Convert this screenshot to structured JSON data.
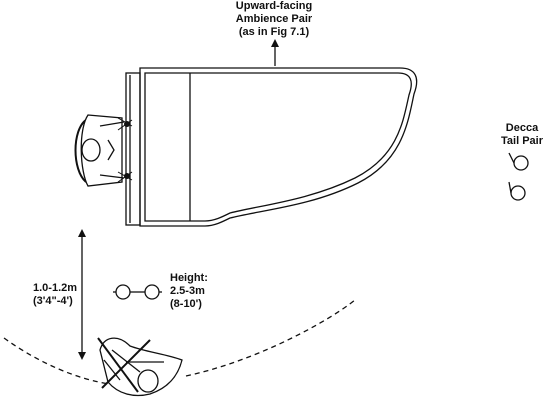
{
  "labels": {
    "ambience": [
      "Upward-facing",
      "Ambience Pair",
      "(as in Fig 7.1)"
    ],
    "decca": [
      "Decca",
      "Tail Pair"
    ],
    "distance": [
      "1.0-1.2m",
      "(3'4\"-4')"
    ],
    "height": [
      "Height:",
      "2.5-3m",
      "(8-10')"
    ]
  },
  "colors": {
    "line": "#111111",
    "fill": "#ffffff"
  },
  "icons": {
    "piano": "grand-piano-top-view",
    "pianist": "seated-pianist-icon",
    "decca_mics": "omni-microphone-icon",
    "spaced_pair": "omni-microphone-icon",
    "conductor": "listener-figure-icon"
  }
}
